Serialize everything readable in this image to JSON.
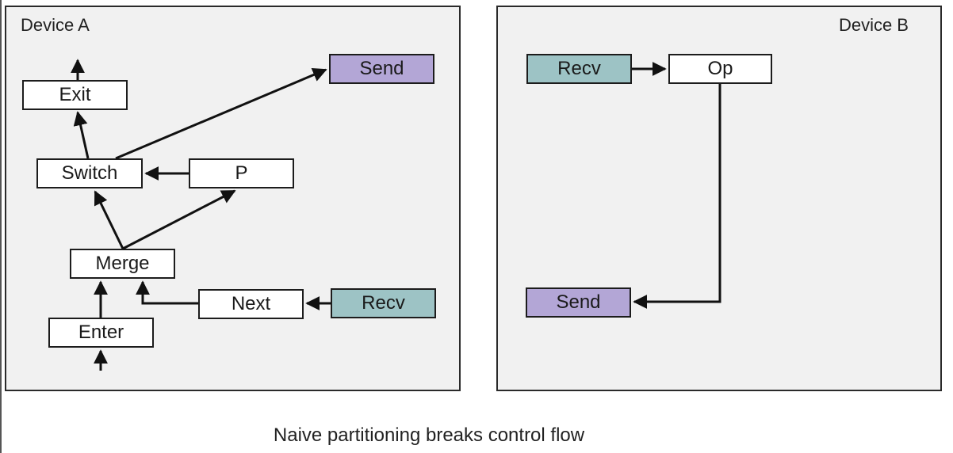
{
  "device_a": {
    "label": "Device A",
    "nodes": {
      "send": "Send",
      "exit": "Exit",
      "switch": "Switch",
      "p": "P",
      "merge": "Merge",
      "next": "Next",
      "recv": "Recv",
      "enter": "Enter"
    }
  },
  "device_b": {
    "label": "Device B",
    "nodes": {
      "recv": "Recv",
      "op": "Op",
      "send": "Send"
    }
  },
  "caption": "Naive partitioning breaks control flow",
  "colors": {
    "send_fill": "#b3a6d6",
    "recv_fill": "#9dc3c5",
    "panel_fill": "#f1f1f1"
  }
}
